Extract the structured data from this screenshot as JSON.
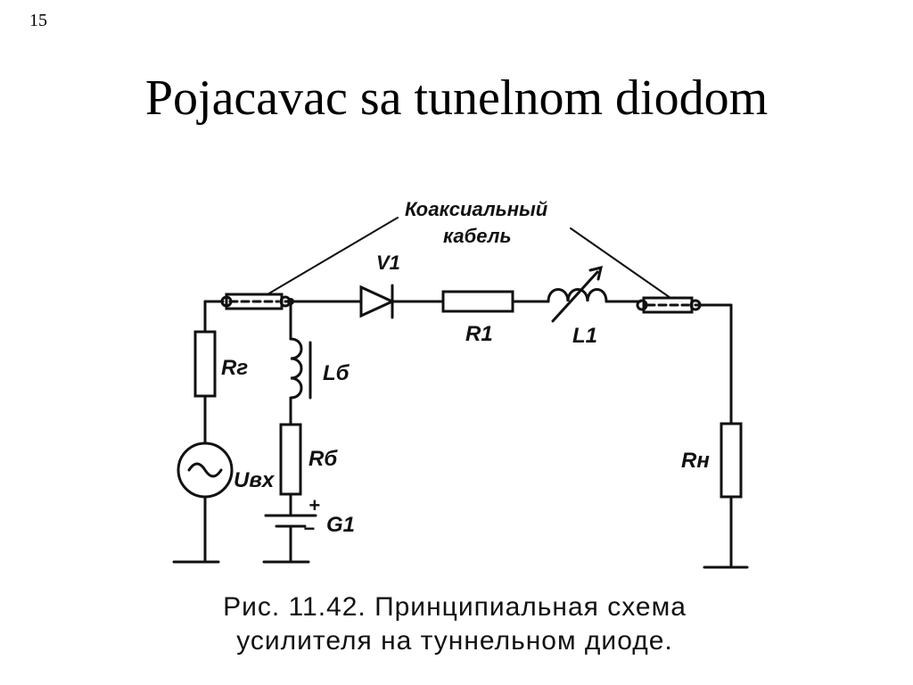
{
  "slide": {
    "number": "15",
    "title": "Pojacavac sa tunelnom diodom"
  },
  "diagram": {
    "labels": {
      "coax_line1": "Коаксиальный",
      "coax_line2": "кабель",
      "v1": "V1",
      "r1": "R1",
      "l1": "L1",
      "rg": "Rг",
      "lb": "Lб",
      "rb": "Rб",
      "uvx": "Uвх",
      "g1": "G1",
      "rn": "Rн",
      "plus": "+",
      "minus": "−"
    }
  },
  "caption": {
    "line1": "Рис. 11.42. Принципиальная схема",
    "line2": "усилителя на туннельном диоде."
  }
}
